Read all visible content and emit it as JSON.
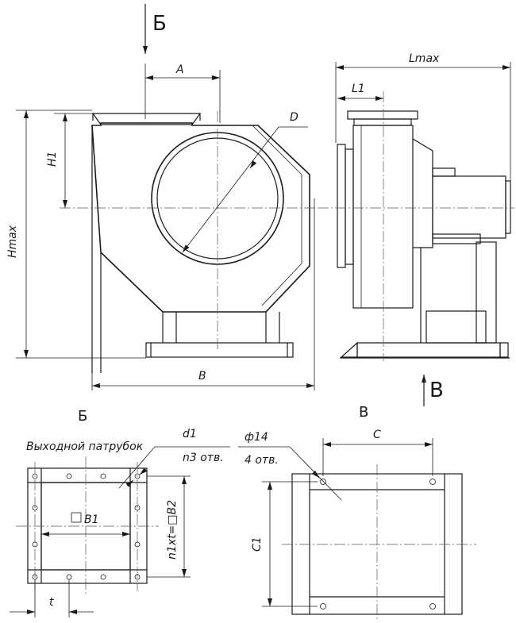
{
  "views": {
    "top_arrow_label": "Б",
    "right_arrow_label": "В",
    "view_b_title": "Б",
    "view_v_title": "В"
  },
  "dimensions": {
    "A": "A",
    "D": "D",
    "H1": "H1",
    "Hmax": "Hmax",
    "B": "B",
    "Lmax": "Lmax",
    "L1": "L1",
    "C": "C",
    "C1": "C1",
    "d1": "d1",
    "n3_holes": "n3 отв.",
    "phi14": "ф14",
    "four_holes": "4 отв.",
    "B1": "B1",
    "nt_B2": "n1xt=□B2",
    "t": "t"
  },
  "notes": {
    "outlet_pipe": "Выходной патрубок"
  }
}
